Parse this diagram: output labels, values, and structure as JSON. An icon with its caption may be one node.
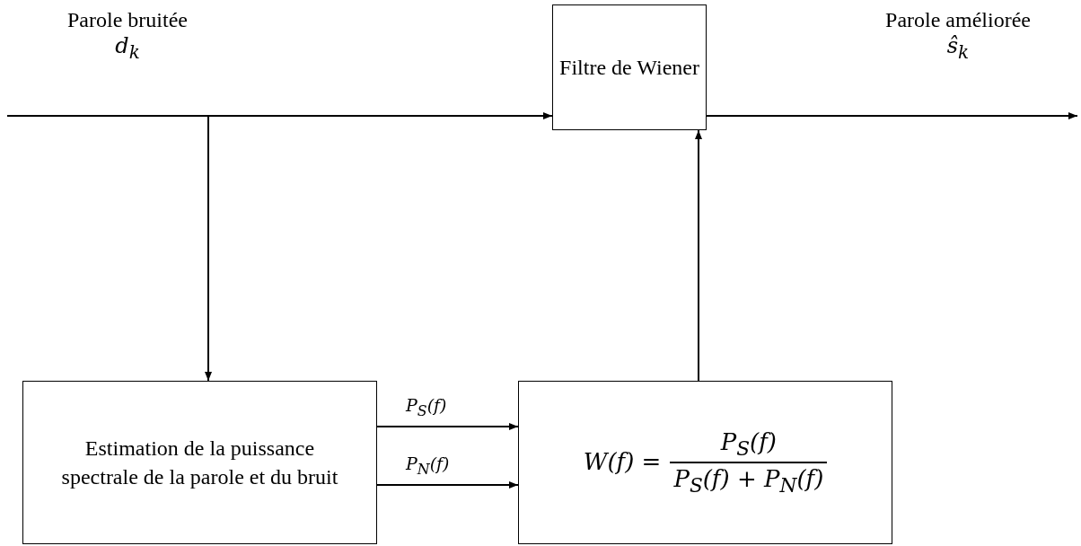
{
  "diagram": {
    "nodes": [
      {
        "text": [
          "Filtre de Wiener"
        ]
      },
      {
        "text": [
          "Estimation de la puissance spectrale de la parole et du bruit"
        ]
      },
      {
        "text": [
          "W(f) =",
          "P$_{S}$(f)",
          "P$_{S}$(f) + P$_{N}$(f)"
        ]
      }
    ],
    "edges": [
      {
        "from": null,
        "to": 0,
        "arrow": "to",
        "label": "Parole bruitée d$_{k}$"
      },
      {
        "from": null,
        "to": 1,
        "arrow": "to"
      },
      {
        "from": 1,
        "to": 2,
        "arrow": "to",
        "label": "P$_{S}$(f)"
      },
      {
        "from": 1,
        "to": 2,
        "arrow": "to",
        "label": "P$_{N}$(f)"
      },
      {
        "from": 2,
        "to": 0,
        "arrow": "to"
      },
      {
        "from": 0,
        "to": null,
        "arrow": "to",
        "label": "Parole améliorée ŝ$_{k}$"
      }
    ]
  }
}
